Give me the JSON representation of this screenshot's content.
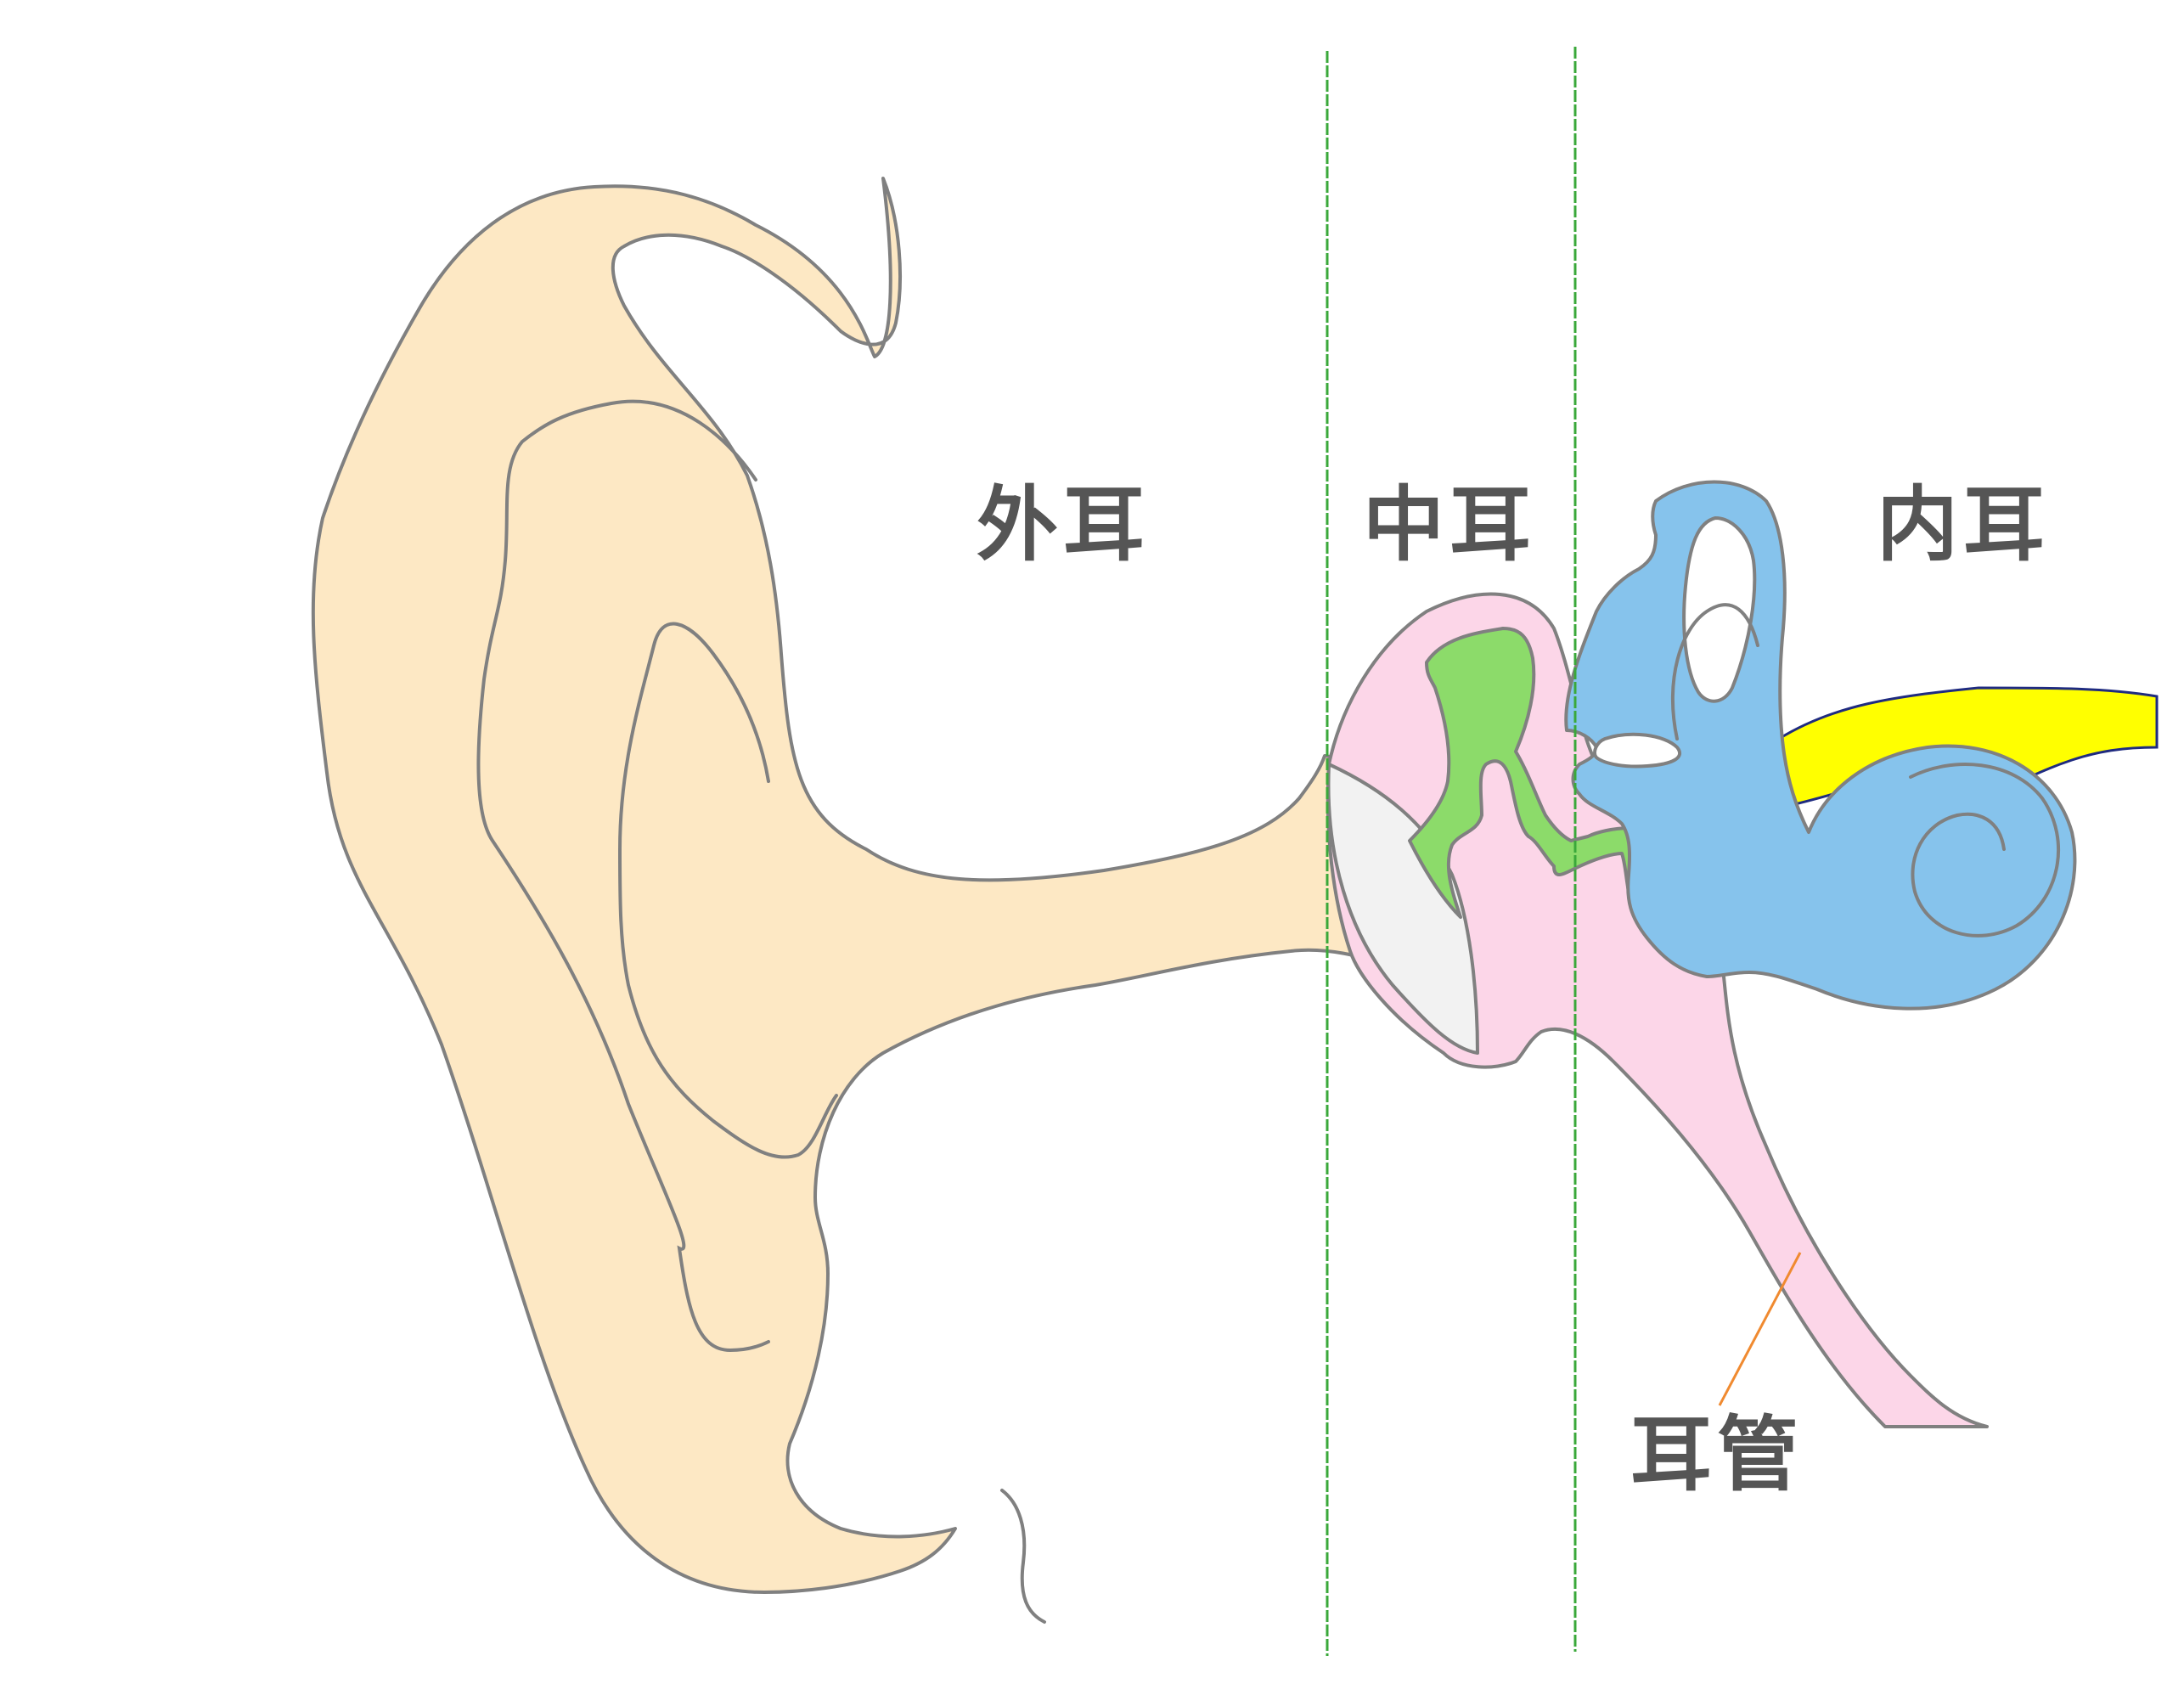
{
  "labels": {
    "outer_ear": "外耳",
    "middle_ear": "中耳",
    "inner_ear": "内耳",
    "eustachian_tube": "耳管"
  },
  "colors": {
    "outer_ear": "#fde8c4",
    "middle_ear": "#fcd6e8",
    "ossicles": "#8cdb6a",
    "eardrum": "#f2f2f2",
    "inner_ear": "#86c3ec",
    "nerve": "#ffff00",
    "divider": "#3aa83a",
    "leader": "#f08a30",
    "outline": "#808080",
    "text": "#555555"
  }
}
